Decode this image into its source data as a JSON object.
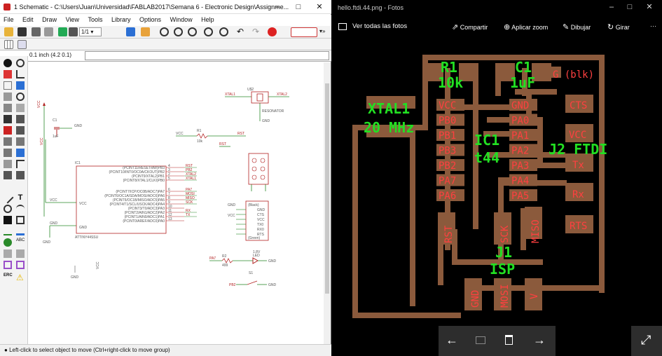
{
  "eagle": {
    "title": "1 Schematic - C:\\Users\\Juan\\Universidad\\FABLAB2017\\Semana 6 - Electronic Design\\Assignme...",
    "menu": [
      "File",
      "Edit",
      "Draw",
      "View",
      "Tools",
      "Library",
      "Options",
      "Window",
      "Help"
    ],
    "sheet_select": "1/1",
    "coordinate": "0.1 inch (4.2 0.1)",
    "command_value": "",
    "status": "Left-click to select object to move (Ctrl+right-click to move group)",
    "schematic": {
      "ic1": "IC1",
      "ic1_part": "ATTINY44SSU",
      "pins_left": [
        "(PCINT11/RESET/dW)PB3",
        "(PCINT10/INT0/OC0A/CKOUT)PB2",
        "(PCINT9/XTAL2)PB1",
        "(PCINT8/XTAL1/CLKI)PB0",
        "(PCINT7/ICP/OC0B/ADC7)PA7",
        "(PCINT6/OC1A/SDA/MOSI/ADC6)PA6",
        "(PCINT5/OC1B/MISO/ADC5)PA5",
        "(PCINT4/T1/SCL/USCK/ADC4)PA4",
        "(PCINT3/T0/ADC3)PA3",
        "(PCINT2/AIN1/ADC2)PA2",
        "(PCINT1/AIN0/ADC1)PA1",
        "(PCINT0/AREF/ADC0)PA0"
      ],
      "pin_nums": [
        "4",
        "3",
        "2",
        "5",
        "6",
        "7",
        "8",
        "9",
        "10",
        "11",
        "12",
        "13"
      ],
      "nets": [
        "RST",
        "PB2",
        "XTAL2",
        "XTAL1",
        "PA7",
        "MOSI",
        "MISO",
        "SCK",
        "",
        "RX",
        "TX",
        ""
      ],
      "vcc": "VCC",
      "gnd": "GND",
      "c1": "C1",
      "c1_val": "1uF",
      "r1": "R1",
      "r1_val": "10k",
      "rst": "RST",
      "u$2": "U$2",
      "xtal1": "XTAL1",
      "xtal2": "XTAL2",
      "resonator": "RESONATOR",
      "ftdi_pins": [
        "GND",
        "CTS",
        "VCC",
        "TX0",
        "RX0",
        "RTS"
      ],
      "ftdi_black": "(Black)",
      "ftdi_green": "(Green)",
      "r2": "R2",
      "r2_val": "499",
      "led_val": "1.8V",
      "led": "LED",
      "s1": "S1",
      "pa7": "PA7",
      "pb2": "PB2"
    }
  },
  "photos": {
    "title": "hello.ftdi.44.png - Fotos",
    "back_label": "Ver todas las fotos",
    "share": "Compartir",
    "zoom": "Aplicar zoom",
    "draw": "Dibujar",
    "rotate": "Girar",
    "pcb_labels": {
      "r1": "R1",
      "r1v": "10k",
      "c1": "C1",
      "c1v": "1uF",
      "blk": "G (blk)",
      "xtal": "XTAL1",
      "mhz": "20 MHz",
      "ic1": "IC1",
      "t44": "t44",
      "j2": "J2 FTDI",
      "j1": "J1",
      "isp": "ISP",
      "left_pins": [
        "VCC",
        "PB0",
        "PB1",
        "PB3",
        "PB2",
        "PA7",
        "PA6"
      ],
      "right_pins": [
        "GND",
        "PA0",
        "PA1",
        "PA2",
        "PA3",
        "PA4",
        "PA5"
      ],
      "ftdi": [
        "CTS",
        "VCC",
        "Tx",
        "Rx",
        "RTS"
      ],
      "isp_top": [
        "RST",
        "SCK",
        "MISO"
      ],
      "isp_bot": [
        "GND",
        "MOSI",
        "V"
      ]
    }
  }
}
